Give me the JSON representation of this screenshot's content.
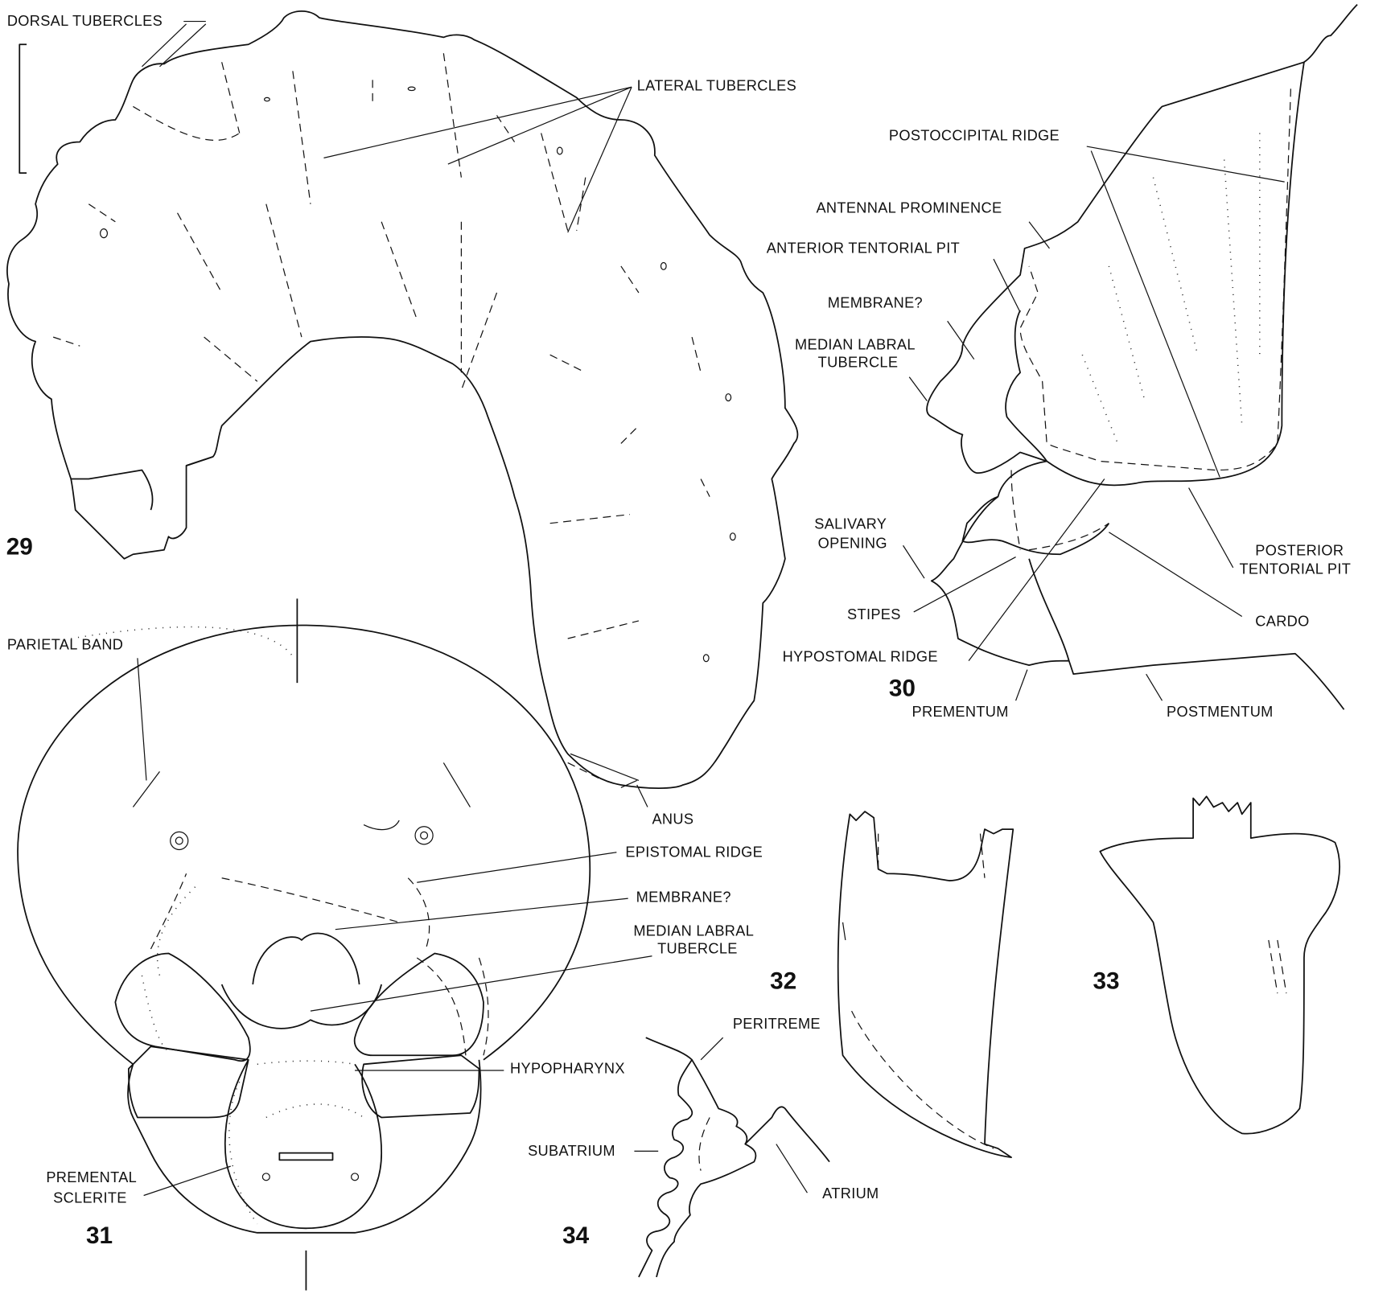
{
  "figures": {
    "fig29": {
      "number": "29",
      "labels": {
        "dorsal_tubercles": "DORSAL TUBERCLES",
        "lateral_tubercles": "LATERAL TUBERCLES",
        "anus": "ANUS"
      }
    },
    "fig30": {
      "number": "30",
      "labels": {
        "postoccipital_ridge": "POSTOCCIPITAL RIDGE",
        "antennal_prominence": "ANTENNAL PROMINENCE",
        "anterior_tentorial_pit": "ANTERIOR TENTORIAL PIT",
        "membrane": "MEMBRANE?",
        "median_labral_tubercle_1": "MEDIAN LABRAL",
        "median_labral_tubercle_2": "TUBERCLE",
        "salivary_opening_1": "SALIVARY",
        "salivary_opening_2": "OPENING",
        "stipes": "STIPES",
        "hypostomal_ridge": "HYPOSTOMAL RIDGE",
        "prementum": "PREMENTUM",
        "postmentum": "POSTMENTUM",
        "posterior_tentorial_pit_1": "POSTERIOR",
        "posterior_tentorial_pit_2": "TENTORIAL PIT",
        "cardo": "CARDO"
      }
    },
    "fig31": {
      "number": "31",
      "labels": {
        "parietal_band": "PARIETAL BAND",
        "epistomal_ridge": "EPISTOMAL RIDGE",
        "membrane": "MEMBRANE?",
        "median_labral_tubercle_1": "MEDIAN LABRAL",
        "median_labral_tubercle_2": "TUBERCLE",
        "hypopharynx": "HYPOPHARYNX",
        "premental_sclerite_1": "PREMENTAL",
        "premental_sclerite_2": "SCLERITE"
      }
    },
    "fig32": {
      "number": "32"
    },
    "fig33": {
      "number": "33"
    },
    "fig34": {
      "number": "34",
      "labels": {
        "peritreme": "PERITREME",
        "subatrium": "SUBATRIUM",
        "atrium": "ATRIUM"
      }
    }
  }
}
